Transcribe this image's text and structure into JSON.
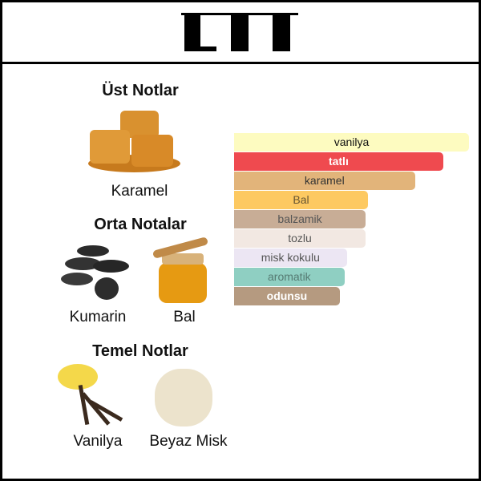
{
  "brand": {
    "logo_text": "LTT"
  },
  "notes": {
    "top": {
      "title": "Üst Notlar",
      "items": [
        {
          "name": "Karamel",
          "icon": "caramel-image"
        }
      ]
    },
    "middle": {
      "title": "Orta Notalar",
      "items": [
        {
          "name": "Kumarin",
          "icon": "tonka-bean-image"
        },
        {
          "name": "Bal",
          "icon": "honey-jar-image"
        }
      ]
    },
    "base": {
      "title": "Temel Notlar",
      "items": [
        {
          "name": "Vanilya",
          "icon": "vanilla-image"
        },
        {
          "name": "Beyaz Misk",
          "icon": "white-musk-image"
        }
      ]
    }
  },
  "chart_data": {
    "type": "bar",
    "orientation": "horizontal",
    "categories": [
      "vanilya",
      "tatlı",
      "karamel",
      "Bal",
      "balzamik",
      "tozlu",
      "misk kokulu",
      "aromatik",
      "odunsu"
    ],
    "values": [
      100,
      89,
      77,
      57,
      56,
      56,
      48,
      47,
      45
    ],
    "colors": [
      "#fdfbc0",
      "#ef4a4f",
      "#e2b47a",
      "#fdc961",
      "#c8ad96",
      "#f2e8e2",
      "#ece6f3",
      "#8fcfc2",
      "#b59a80"
    ],
    "text_colors": [
      "#111111",
      "#ffffff",
      "#333333",
      "#665533",
      "#555555",
      "#555555",
      "#555555",
      "#557a72",
      "#ffffff"
    ]
  }
}
